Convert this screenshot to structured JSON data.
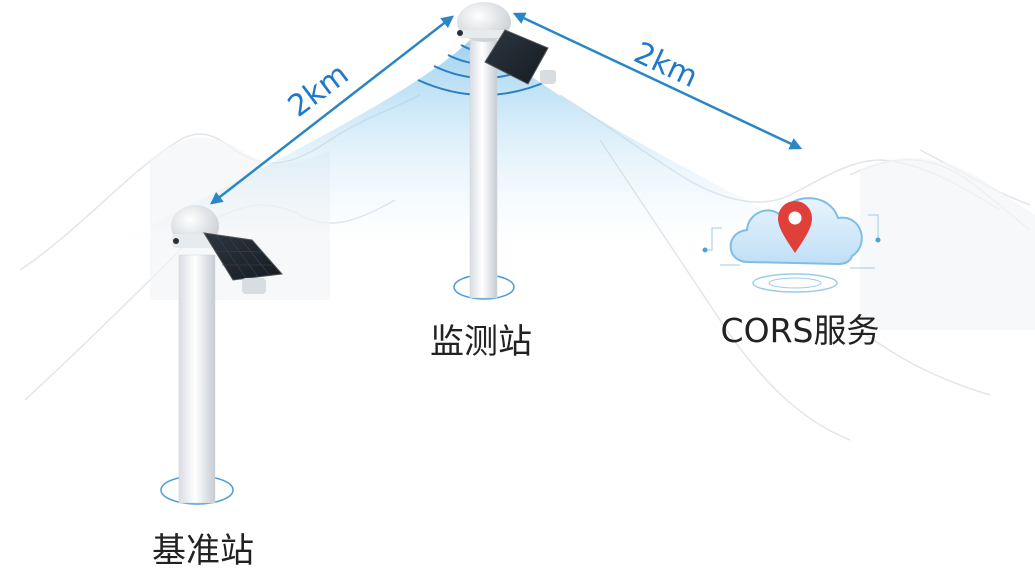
{
  "stations": {
    "monitor": {
      "label": "监测站"
    },
    "base": {
      "label": "基准站"
    },
    "cors": {
      "label": "CORS服务"
    }
  },
  "links": {
    "base_to_monitor": {
      "distance": "2km"
    },
    "monitor_to_cors": {
      "distance": "2km"
    }
  },
  "colors": {
    "arrow": "#2b86c5",
    "signal": "#2a7fc0",
    "pin": "#e0403a",
    "cloud": "#4aa3e0"
  }
}
